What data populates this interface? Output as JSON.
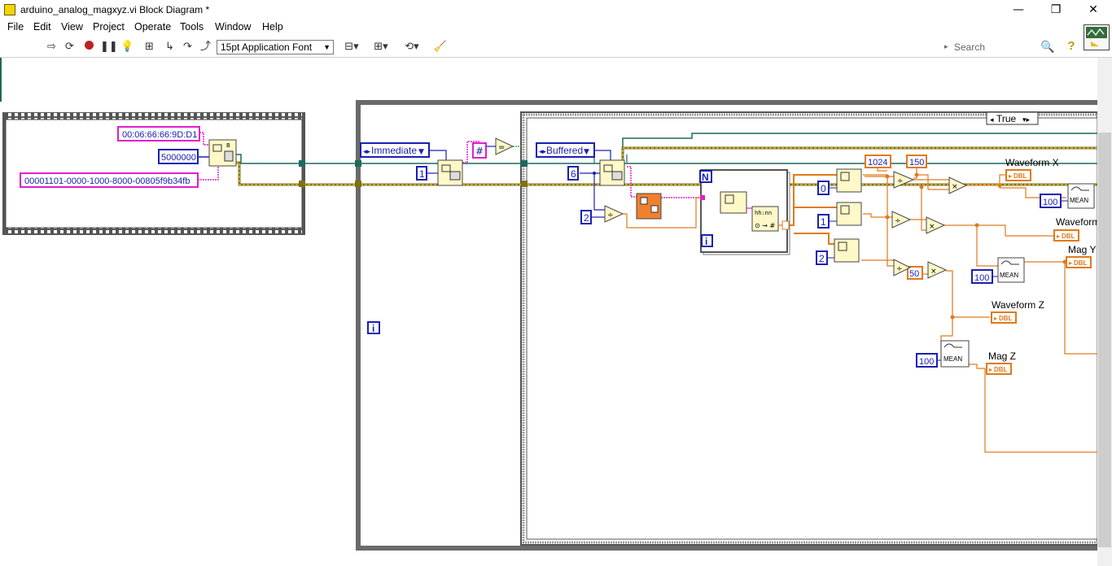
{
  "window": {
    "title": "arduino_analog_magxyz.vi Block Diagram *",
    "controls": {
      "minimize": "—",
      "maximize": "❐",
      "close": "✕"
    }
  },
  "menu": [
    "File",
    "Edit",
    "View",
    "Project",
    "Operate",
    "Tools",
    "Window",
    "Help"
  ],
  "toolbar": {
    "font": "15pt Application Font",
    "search_placeholder": "Search",
    "icons": [
      "run-arrow-icon",
      "run-continuously-icon",
      "abort-icon",
      "pause-icon",
      "highlight-execution-icon",
      "retain-wire-values-icon",
      "step-into-icon",
      "step-over-icon",
      "step-out-icon",
      "align-objects-icon",
      "distribute-objects-icon",
      "reorder-icon",
      "clean-up-diagram-icon",
      "search-icon",
      "help-icon"
    ]
  },
  "diagram": {
    "constants": {
      "mac_address": "00:06:66:66:9D:D1",
      "timeout": "5000000",
      "uuid": "00001101-0000-1000-8000-00805f9b34fb",
      "mode_immediate": "Immediate",
      "mode_buffered": "Buffered",
      "num_1": "1",
      "num_6": "6",
      "num_2": "2",
      "idx_0": "0",
      "idx_1": "1",
      "idx_2": "2",
      "c1024": "1024",
      "c150": "150",
      "c50": "50",
      "mean_x": "100",
      "mean_y": "100",
      "mean_z": "100"
    },
    "case_selector": "True",
    "loop_terminals": {
      "iteration": "i",
      "count": "N",
      "inner_iteration": "i"
    },
    "node_labels": {
      "mean": "MEAN",
      "dbl": "DBL",
      "hash": "#",
      "equals": "=",
      "divide": "÷",
      "multiply": "×",
      "bt": "B↑"
    },
    "indicators": {
      "waveform_x": "Waveform X",
      "waveform_y": "Waveform",
      "mag_y": "Mag Y",
      "waveform_z": "Waveform Z",
      "mag_z": "Mag Z"
    },
    "colors": {
      "orange_wire": "#e07a1a",
      "blue_const": "#1a20b0",
      "pink_string": "#e020c8",
      "node_yellow": "#fff8c8",
      "frame_gray": "#6a6a6a"
    }
  }
}
